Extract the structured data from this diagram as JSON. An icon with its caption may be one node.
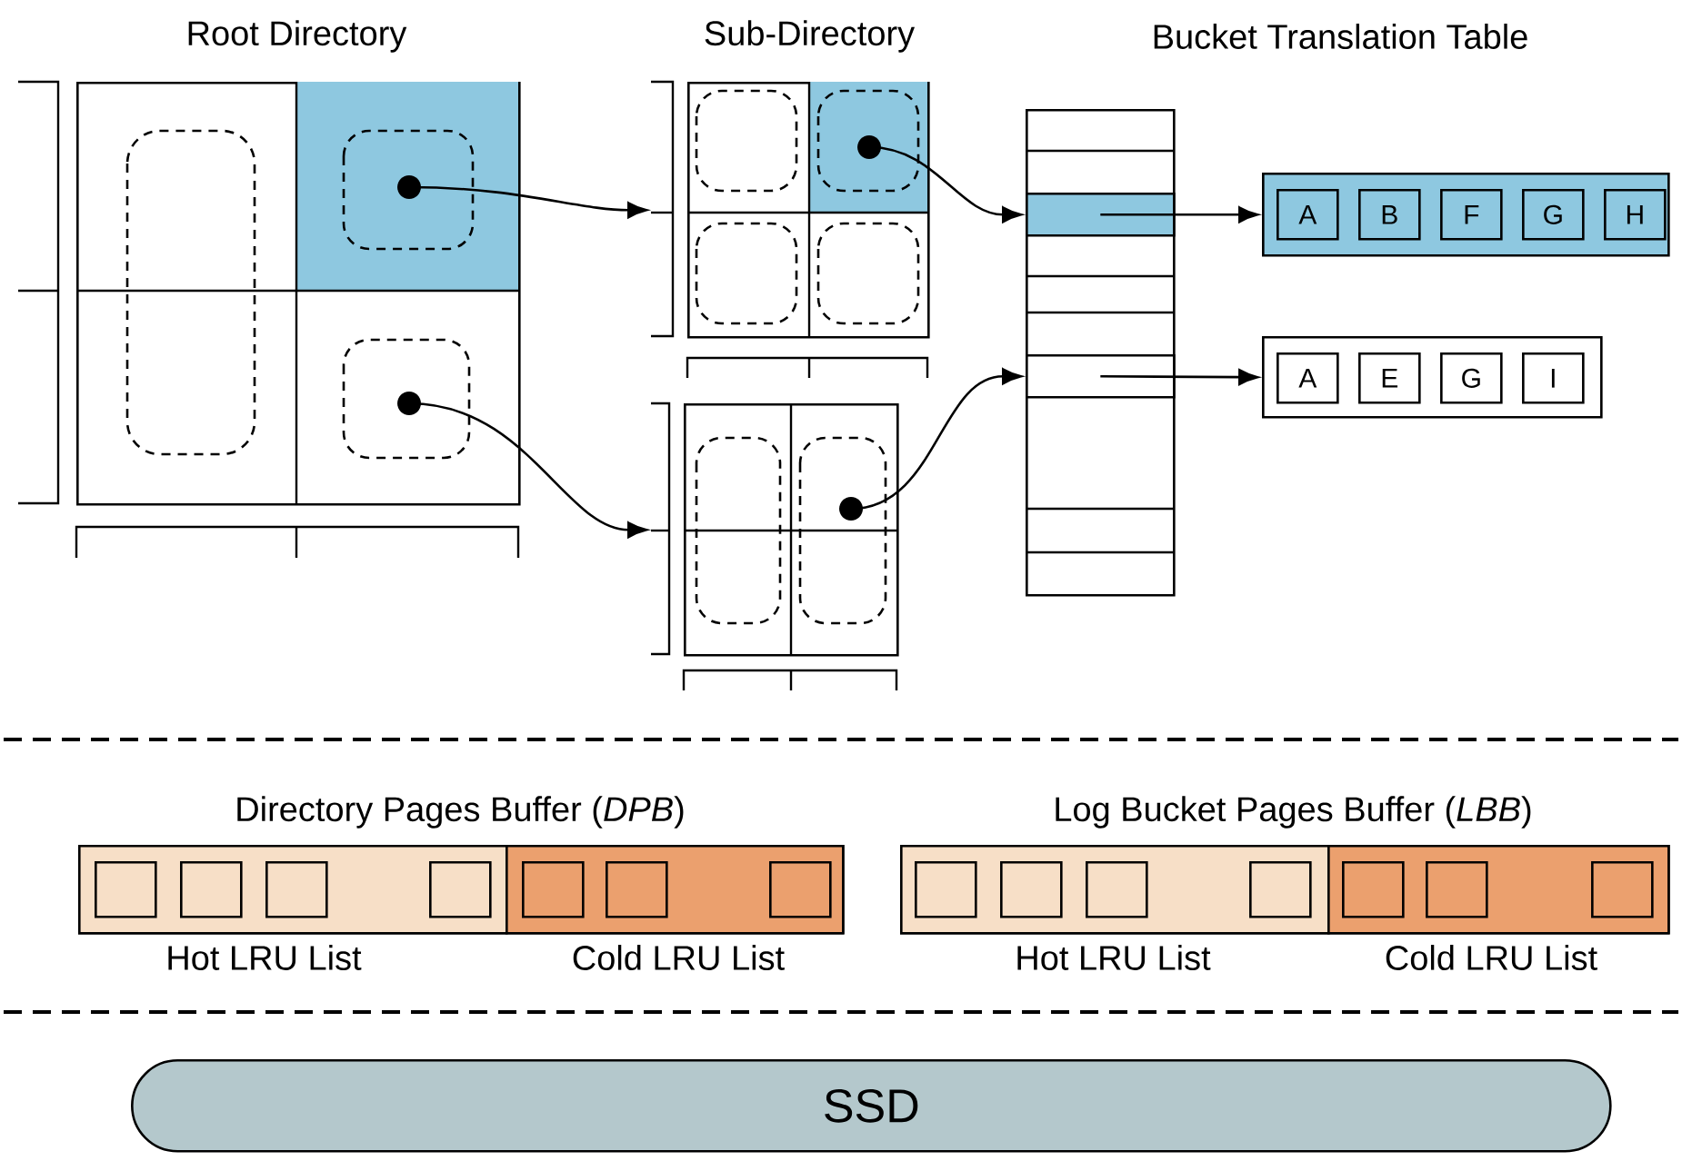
{
  "diagram": {
    "nodes": [
      {
        "text": [
          "Root Directory"
        ]
      },
      {
        "text": [],
        "shape": "circle",
        "in": 0
      },
      {
        "text": [],
        "shape": "circle",
        "in": 0
      },
      {
        "text": [
          "Sub-Directory"
        ]
      },
      {
        "text": [],
        "shape": "circle",
        "in": 3
      },
      {
        "text": [],
        "shape": "box"
      },
      {
        "text": [],
        "shape": "circle",
        "in": 5
      },
      {
        "text": [
          "Bucket Translation Table"
        ]
      },
      {
        "text": [],
        "shape": "box",
        "in": 7
      },
      {
        "text": [],
        "shape": "box",
        "in": 7
      },
      {
        "text": [],
        "shape": "box"
      },
      {
        "text": [
          "A"
        ],
        "in": 10
      },
      {
        "text": [
          "B"
        ],
        "in": 10
      },
      {
        "text": [
          "F"
        ],
        "in": 10
      },
      {
        "text": [
          "G"
        ],
        "in": 10
      },
      {
        "text": [
          "H"
        ],
        "in": 10
      },
      {
        "text": [],
        "shape": "box"
      },
      {
        "text": [
          "A"
        ],
        "in": 16
      },
      {
        "text": [
          "E"
        ],
        "in": 16
      },
      {
        "text": [
          "G"
        ],
        "in": 16
      },
      {
        "text": [
          "I"
        ],
        "in": 16
      },
      {
        "text": [
          "Directory Pages Buffer (*DPB*)"
        ]
      },
      {
        "text": [],
        "shape": "box",
        "in": 21,
        "beside": [
          "Hot LRU List"
        ]
      },
      {
        "text": [],
        "shape": "box",
        "in": 21,
        "beside": [
          "Cold LRU List"
        ]
      },
      {
        "text": [],
        "shape": "box",
        "in": 22
      },
      {
        "text": [],
        "shape": "box",
        "in": 22
      },
      {
        "text": [],
        "shape": "box",
        "in": 22
      },
      {
        "text": [],
        "shape": "box",
        "in": 22
      },
      {
        "text": [],
        "shape": "box",
        "in": 23
      },
      {
        "text": [],
        "shape": "box",
        "in": 23
      },
      {
        "text": [],
        "shape": "box",
        "in": 23
      },
      {
        "text": [
          "Log Bucket Pages Buffer (*LBB*)"
        ]
      },
      {
        "text": [],
        "shape": "box",
        "in": 31,
        "beside": [
          "Hot LRU List"
        ]
      },
      {
        "text": [],
        "shape": "box",
        "in": 31,
        "beside": [
          "Cold LRU List"
        ]
      },
      {
        "text": [],
        "shape": "box",
        "in": 32
      },
      {
        "text": [],
        "shape": "box",
        "in": 32
      },
      {
        "text": [],
        "shape": "box",
        "in": 32
      },
      {
        "text": [],
        "shape": "box",
        "in": 32
      },
      {
        "text": [],
        "shape": "box",
        "in": 33
      },
      {
        "text": [],
        "shape": "box",
        "in": 33
      },
      {
        "text": [],
        "shape": "box",
        "in": 33
      },
      {
        "text": [
          "SSD"
        ]
      }
    ],
    "edges": [
      {
        "from": 1,
        "to": 3,
        "arrow": "to"
      },
      {
        "from": 2,
        "to": 5,
        "arrow": "to"
      },
      {
        "from": 4,
        "to": 8,
        "arrow": "to"
      },
      {
        "from": 6,
        "to": 9,
        "arrow": "to"
      },
      {
        "from": 8,
        "to": 10,
        "arrow": "to"
      },
      {
        "from": 9,
        "to": 16,
        "arrow": "to"
      }
    ]
  }
}
